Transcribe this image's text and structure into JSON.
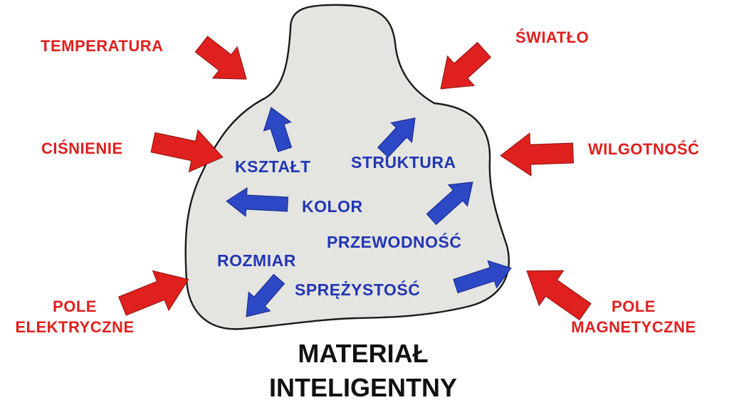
{
  "colors": {
    "influence_text": "#e0201e",
    "influence_arrow": "#e0201e",
    "property_text": "#2236b4",
    "property_arrow": "#2c48c4",
    "blob_fill": "#e4e4e1",
    "blob_outline": "#1a1a1a",
    "title": "#111111"
  },
  "title": {
    "line1": "MATERIAŁ",
    "line2": "INTELIGENTNY"
  },
  "influences": {
    "temperatura": "TEMPERATURA",
    "cisnienie": "CIŚNIENIE",
    "pole_elektryczne_line1": "POLE",
    "pole_elektryczne_line2": "ELEKTRYCZNE",
    "swiatlo": "ŚWIATŁO",
    "wilgotnosc": "WILGOTNOŚĆ",
    "pole_magnetyczne_line1": "POLE",
    "pole_magnetyczne_line2": "MAGNETYCZNE"
  },
  "properties": {
    "ksztalt": "KSZTAŁT",
    "struktura": "STRUKTURA",
    "kolor": "KOLOR",
    "przewodnosc": "PRZEWODNOŚĆ",
    "rozmiar": "ROZMIAR",
    "sprezystosc": "SPRĘŻYSTOŚĆ"
  }
}
